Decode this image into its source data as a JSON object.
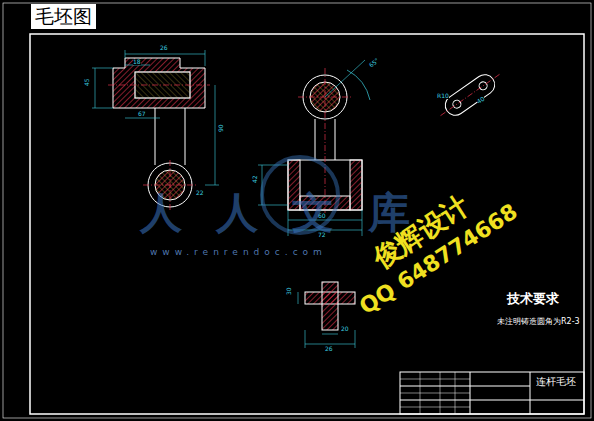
{
  "diagram": {
    "nodes": [
      {
        "text": [
          "毛坯图"
        ]
      },
      {
        "text": [
          "连杆毛坯"
        ]
      }
    ],
    "labels": [
      "26",
      "18",
      "45",
      "67",
      "90",
      "22",
      "65°",
      "R10",
      "40",
      "42",
      "60",
      "72",
      "30",
      "20",
      "26",
      "人人文库",
      "www.renrendoc.com",
      "俊辉设计",
      "QQ 648774668",
      "技术要求",
      "未注明铸造圆角为R2-3"
    ]
  }
}
